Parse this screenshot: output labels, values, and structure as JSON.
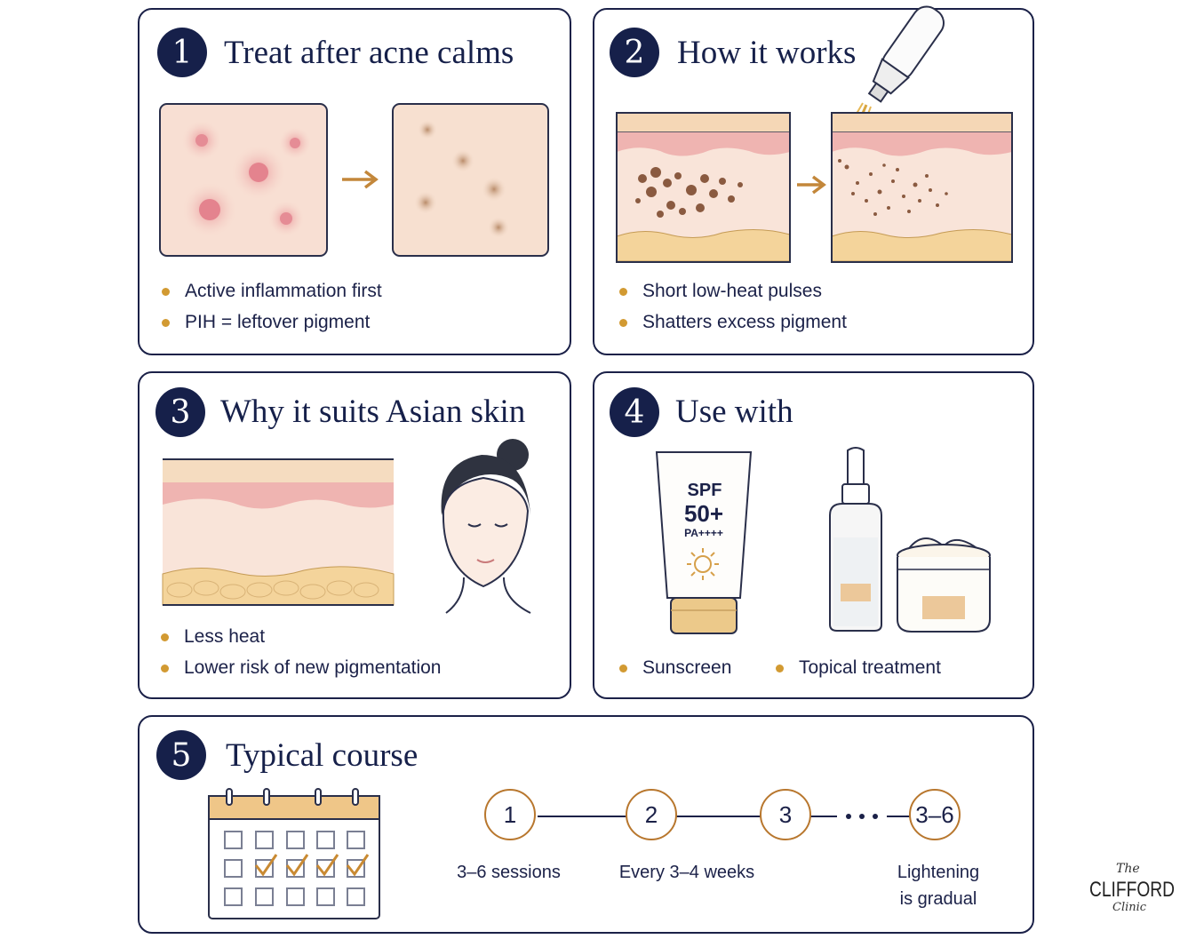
{
  "cards": [
    {
      "number": "1",
      "title": "Treat after acne calms",
      "bullets": [
        "Active inflammation first",
        "PIH = leftover pigment"
      ],
      "icons": [
        "inflamed-skin-icon",
        "arrow-right-icon",
        "pigmented-skin-icon"
      ]
    },
    {
      "number": "2",
      "title": "How it works",
      "bullets": [
        "Short low-heat pulses",
        "Shatters excess pigment"
      ],
      "icons": [
        "laser-handpiece-icon",
        "skin-layers-pigment-icon",
        "arrow-right-icon",
        "skin-layers-shattered-pigment-icon"
      ]
    },
    {
      "number": "3",
      "title": "Why it suits Asian skin",
      "bullets": [
        "Less heat",
        "Lower risk of new pigmentation"
      ],
      "icons": [
        "skin-layers-icon",
        "woman-face-icon"
      ]
    },
    {
      "number": "4",
      "title": "Use with",
      "bullets": [
        "Sunscreen",
        "Topical treatment"
      ],
      "sunscreen": {
        "spf": "SPF",
        "value": "50+",
        "pa": "PA++++"
      },
      "icons": [
        "sunscreen-tube-icon",
        "serum-bottle-icon",
        "cream-jar-icon"
      ]
    },
    {
      "number": "5",
      "title": "Typical course",
      "icons": [
        "calendar-icon"
      ],
      "steps": [
        "1",
        "2",
        "3",
        "3–6"
      ],
      "step_labels": [
        "3–6 sessions",
        "Every 3–4 weeks",
        "Lightening",
        "is gradual"
      ]
    }
  ],
  "logo": {
    "the": "The",
    "name": "CLIFFORD",
    "sub": "Clinic"
  },
  "colors": {
    "navy": "#16204a",
    "gold": "#d29a32",
    "skin": "#f6dccb"
  }
}
